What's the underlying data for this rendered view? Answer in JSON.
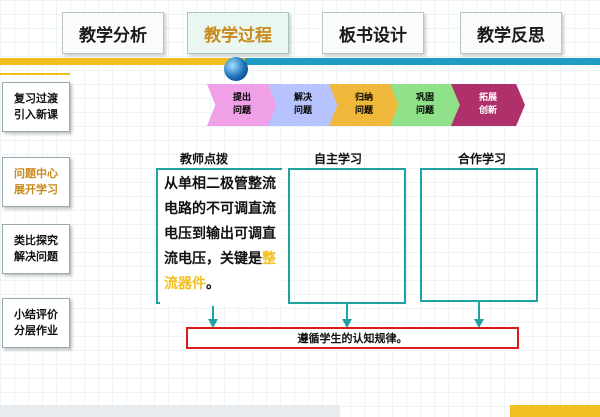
{
  "tabs": [
    {
      "label": "教学分析"
    },
    {
      "label": "教学过程"
    },
    {
      "label": "板书设计"
    },
    {
      "label": "教学反思"
    }
  ],
  "sidebar": {
    "items": [
      {
        "label": "复习过渡\n引入新课"
      },
      {
        "label": "问题中心\n展开学习"
      },
      {
        "label": "类比探究\n解决问题"
      },
      {
        "label": "小结评价\n分层作业"
      }
    ]
  },
  "process_steps": [
    {
      "label": "提出\n问题",
      "color": "#f0a0e6"
    },
    {
      "label": "解决\n问题",
      "color": "#b7c3ff"
    },
    {
      "label": "归纳\n问题",
      "color": "#f0b83a"
    },
    {
      "label": "巩固\n问题",
      "color": "#8fe28a"
    },
    {
      "label": "拓展\n创新",
      "color": "#b0306c"
    }
  ],
  "columns": {
    "teacher": "教师点拨",
    "self": "自主学习",
    "coop": "合作学习"
  },
  "text_box": {
    "main": "从单相二极管整流电路的不可调直流电压到输出可调直流电压，关键是",
    "keyword": "整流器件",
    "end": "。"
  },
  "conclusion": "遵循学生的认知规律。",
  "colors": {
    "accent_gold": "#f0c020",
    "accent_blue": "#1f9cc4",
    "line_teal": "#1fa3a0",
    "border_red": "#d81b1b"
  }
}
